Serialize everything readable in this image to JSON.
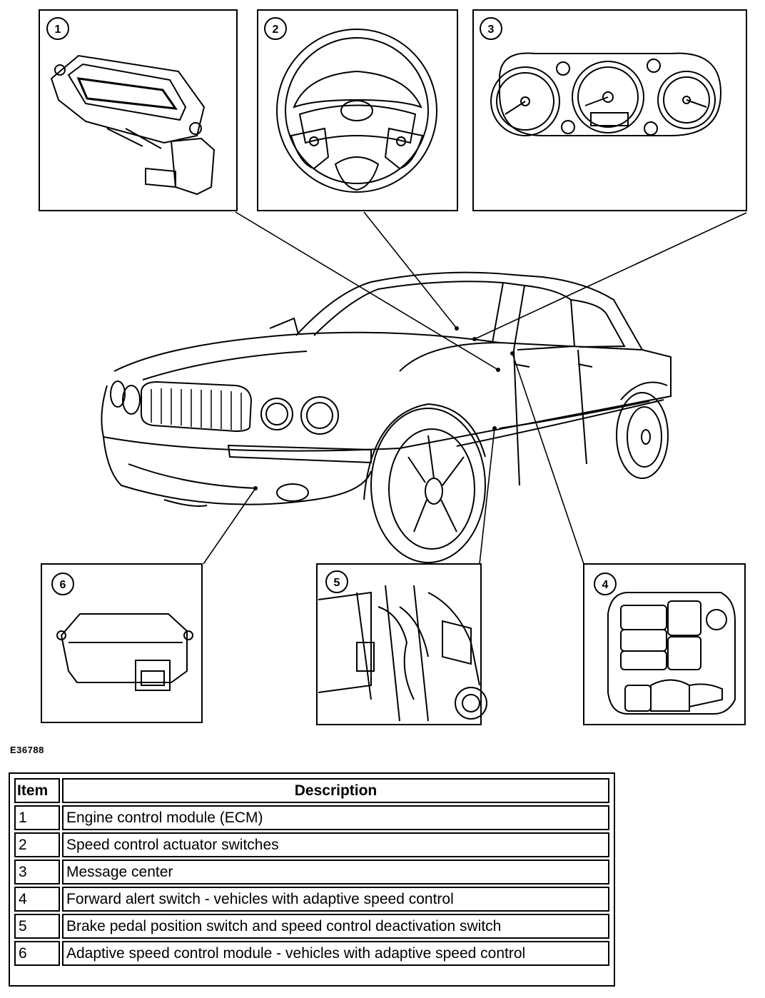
{
  "figure_code": "E36788",
  "callouts": [
    {
      "num": "1"
    },
    {
      "num": "2"
    },
    {
      "num": "3"
    },
    {
      "num": "4"
    },
    {
      "num": "5"
    },
    {
      "num": "6"
    }
  ],
  "table": {
    "headers": {
      "item": "Item",
      "description": "Description"
    },
    "rows": [
      {
        "item": "1",
        "description": "Engine control module (ECM)"
      },
      {
        "item": "2",
        "description": "Speed control actuator switches"
      },
      {
        "item": "3",
        "description": "Message center"
      },
      {
        "item": "4",
        "description": "Forward alert switch - vehicles with adaptive speed control"
      },
      {
        "item": "5",
        "description": "Brake pedal position switch and speed control deactivation switch"
      },
      {
        "item": "6",
        "description": "Adaptive speed control module - vehicles with adaptive speed control"
      }
    ]
  },
  "colors": {
    "line": "#000000",
    "background": "#ffffff"
  }
}
